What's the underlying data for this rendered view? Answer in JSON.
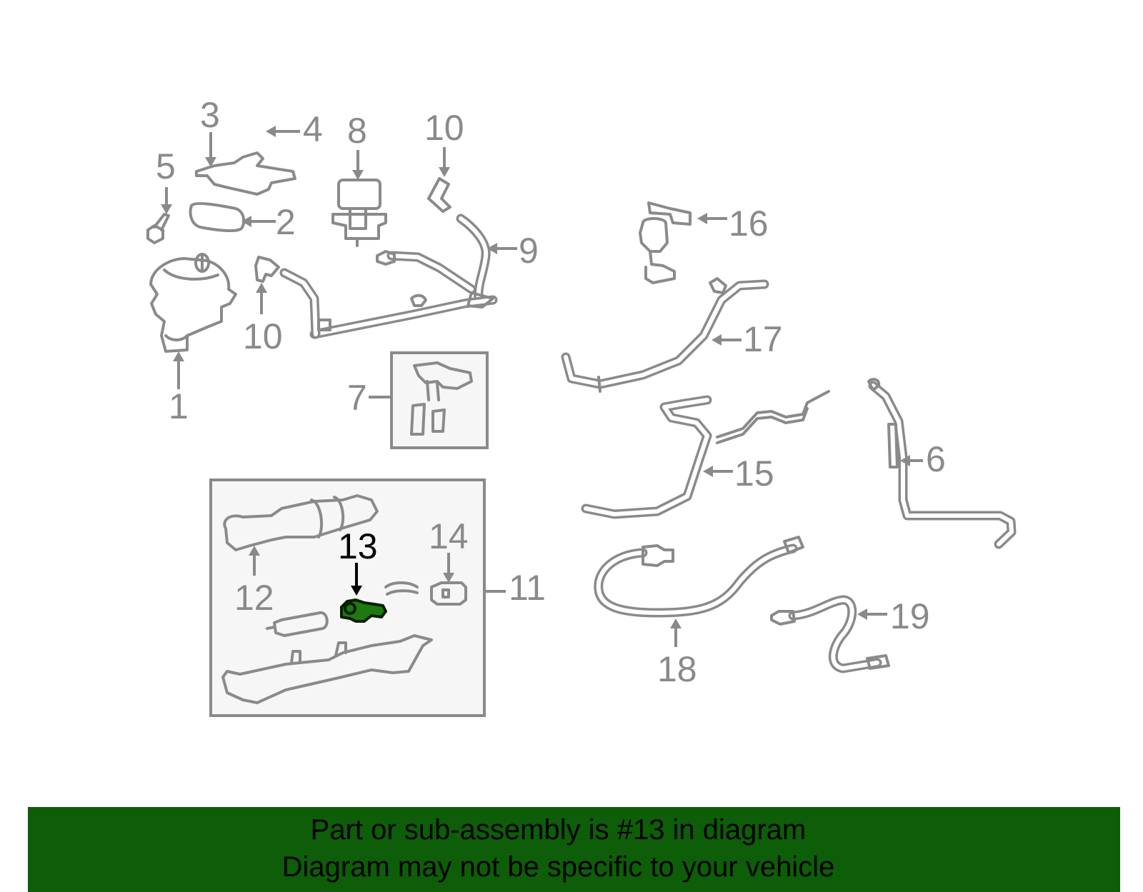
{
  "diagram": {
    "callouts": [
      {
        "id": "1",
        "label": "1"
      },
      {
        "id": "2",
        "label": "2"
      },
      {
        "id": "3",
        "label": "3"
      },
      {
        "id": "4",
        "label": "4"
      },
      {
        "id": "5",
        "label": "5"
      },
      {
        "id": "6",
        "label": "6"
      },
      {
        "id": "7",
        "label": "7"
      },
      {
        "id": "8",
        "label": "8"
      },
      {
        "id": "9",
        "label": "9"
      },
      {
        "id": "10a",
        "label": "10"
      },
      {
        "id": "10b",
        "label": "10"
      },
      {
        "id": "11",
        "label": "11"
      },
      {
        "id": "12",
        "label": "12"
      },
      {
        "id": "13",
        "label": "13"
      },
      {
        "id": "14",
        "label": "14"
      },
      {
        "id": "15",
        "label": "15"
      },
      {
        "id": "16",
        "label": "16"
      },
      {
        "id": "17",
        "label": "17"
      },
      {
        "id": "18",
        "label": "18"
      },
      {
        "id": "19",
        "label": "19"
      }
    ],
    "highlighted_part": "13",
    "colors": {
      "line_art": "#8a8a8a",
      "highlight_part": "#1e7a10",
      "banner_background": "#0e5d08",
      "banner_text": "#000000"
    }
  },
  "banner": {
    "line1": "Part or sub-assembly is #13 in diagram",
    "line2": "Diagram may not be specific to your vehicle"
  }
}
